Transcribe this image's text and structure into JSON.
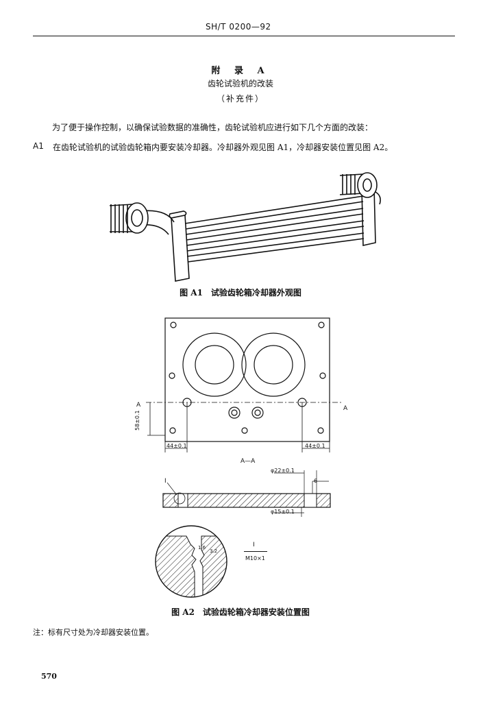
{
  "header": {
    "code": "SH/T 0200—92"
  },
  "appendix": {
    "title": "附 录 A",
    "subtitle": "齿轮试验机的改装",
    "note": "（补充件）"
  },
  "body": {
    "intro": "为了便于操作控制，以确保试验数据的准确性，齿轮试验机应进行如下几个方面的改装：",
    "clause_number": "A1",
    "clause_text": "在齿轮试验机的试验齿轮箱内要安装冷却器。冷却器外观见图 A1，冷却器安装位置见图 A2。"
  },
  "figure_a1": {
    "caption": "图 A1　试验齿轮箱冷却器外观图"
  },
  "figure_a2": {
    "caption": "图 A2　试验齿轮箱冷却器安装位置图",
    "section_mark": "A",
    "section_label": "A—A",
    "dim_height": "58±0.1",
    "dim_left": "44±0.1",
    "dim_right": "44±0.1",
    "dim_dia_outer": "φ22±0.1",
    "dim_dia_inner": "φ15±0.1",
    "dim_depth": "6",
    "detail_label": "I",
    "thread_label": "M10×1",
    "detail_dim_a": "1.6",
    "detail_dim_b": "3.2"
  },
  "footnote": "注：标有尺寸处为冷却器安装位置。",
  "page_number": "570"
}
